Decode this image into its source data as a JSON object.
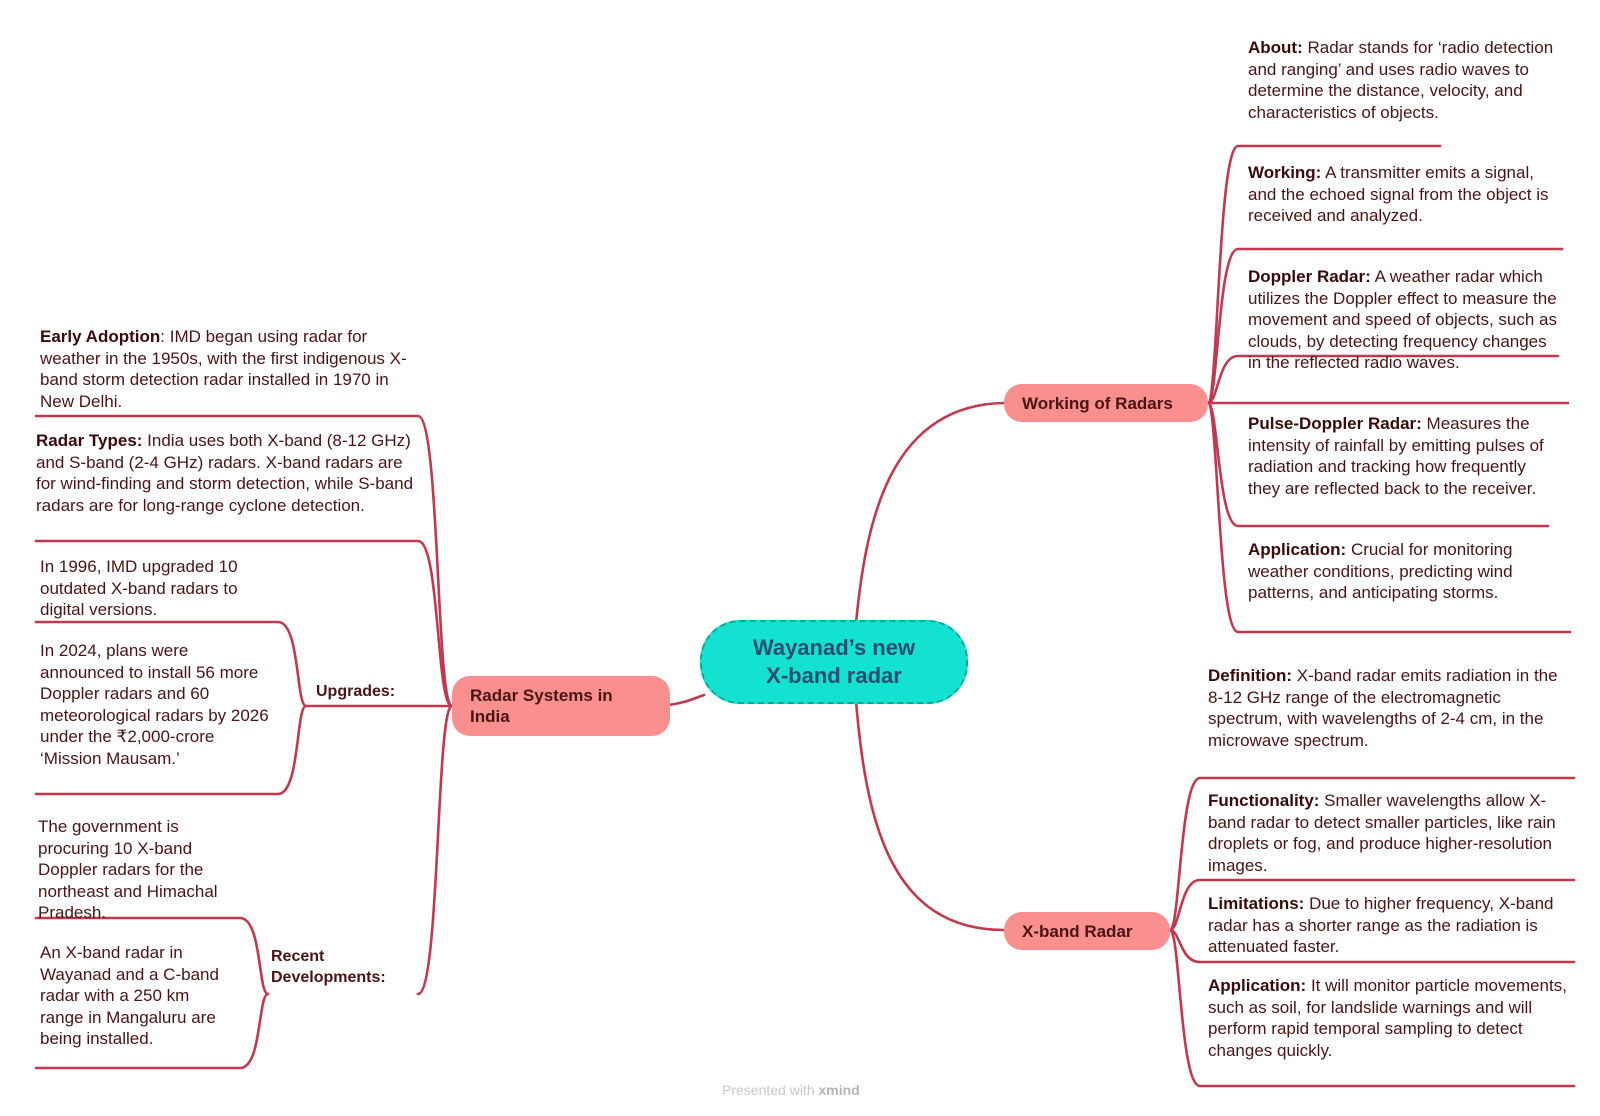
{
  "central_topic": {
    "line1": "Wayanad’s new",
    "line2": "X-band radar"
  },
  "branches": {
    "radar_systems_india": {
      "label": "Radar Systems in India",
      "early_adoption": {
        "title": "Early Adoption",
        "sep": ":",
        "text": " IMD began using radar for weather in the 1950s, with the first indigenous X-band storm detection radar installed in 1970 in New Delhi."
      },
      "radar_types": {
        "title": "Radar Types:",
        "text": " India uses both X-band (8-12 GHz) and S-band (2-4 GHz) radars. X-band radars are for wind-finding and storm detection, while S-band radars are for long-range cyclone detection."
      },
      "upgrades": {
        "label": "Upgrades:",
        "item1": "In 1996, IMD upgraded 10 outdated X-band radars to digital versions.",
        "item2": "In 2024, plans were announced to install 56 more Doppler radars and 60 meteorological radars by 2026 under the ₹2,000-crore ‘Mission Mausam.’"
      },
      "recent": {
        "label": "Recent Developments:",
        "item1": "The government is procuring 10 X-band Doppler radars for the northeast and Himachal Pradesh.",
        "item2": "An X-band radar in Wayanad and a C-band radar with a 250 km range in Mangaluru are being installed."
      }
    },
    "working_of_radars": {
      "label": "Working of Radars",
      "about": {
        "title": "About:",
        "text": " Radar stands for ‘radio detection and ranging’ and uses radio waves to determine the distance, velocity, and characteristics of objects."
      },
      "working": {
        "title": "Working:",
        "text": " A transmitter emits a signal, and the echoed signal from the object is received and analyzed."
      },
      "doppler": {
        "title": "Doppler Radar:",
        "text": " A weather radar which utilizes the Doppler effect to measure the movement and speed of objects, such as clouds, by detecting frequency changes in the reflected radio waves."
      },
      "pulse_doppler": {
        "title": "Pulse-Doppler Radar:",
        "text": " Measures the intensity of rainfall by emitting pulses of radiation and tracking how frequently they are reflected back to the receiver."
      },
      "application": {
        "title": "Application:",
        "text": " Crucial for monitoring weather conditions, predicting wind patterns, and anticipating storms."
      }
    },
    "xband_radar": {
      "label": "X-band Radar",
      "definition": {
        "title": "Definition:",
        "text": " X-band radar emits radiation in the 8-12 GHz range of the electromagnetic spectrum, with wavelengths of 2-4 cm, in the microwave spectrum."
      },
      "functionality": {
        "title": "Functionality:",
        "text": " Smaller wavelengths allow X-band radar to detect smaller particles, like rain droplets or fog, and produce higher-resolution images."
      },
      "limitations": {
        "title": "Limitations:",
        "text": " Due to higher frequency, X-band radar has a shorter range as the radiation is attenuated faster."
      },
      "application": {
        "title": "Application:",
        "text": " It will monitor particle movements, such as soil, for landslide warnings and will perform rapid temporal sampling to detect changes quickly."
      }
    }
  },
  "footer": {
    "presented": "Presented with ",
    "brand": "xmind"
  },
  "colors": {
    "connector": "#c0394f",
    "central_fill": "#12e2cf",
    "main_topic_fill": "#f98f8f",
    "text": "#4a1414"
  }
}
